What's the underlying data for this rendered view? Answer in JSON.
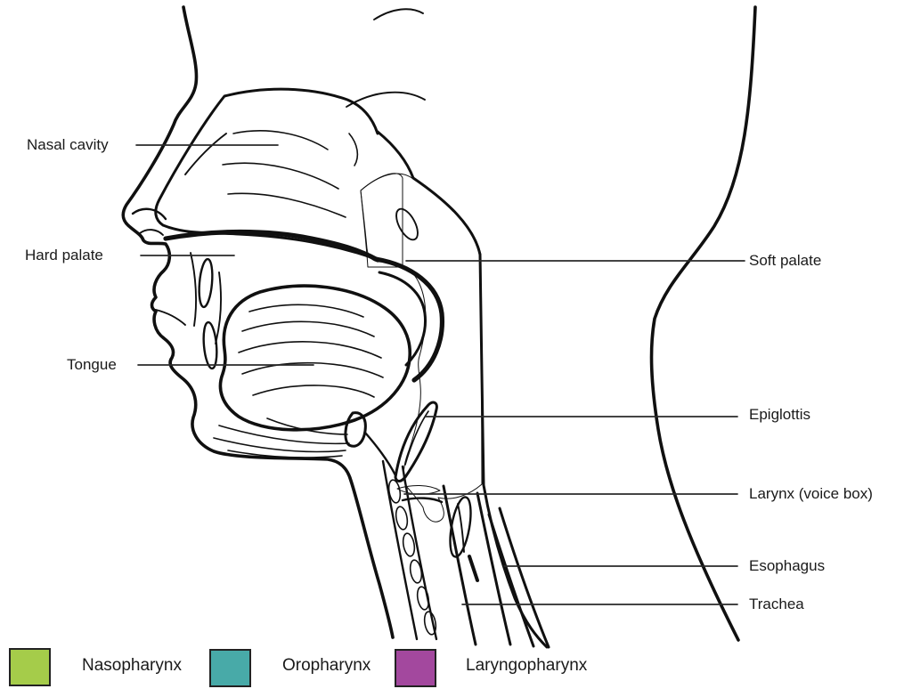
{
  "figure": {
    "labels": {
      "nasal_cavity": "Nasal cavity",
      "hard_palate": "Hard palate",
      "tongue": "Tongue",
      "soft_palate": "Soft palate",
      "epiglottis": "Epiglottis",
      "larynx": "Larynx (voice box)",
      "esophagus": "Esophagus",
      "trachea": "Trachea"
    },
    "legend": [
      {
        "label": "Nasopharynx",
        "color": "#a5cc4a"
      },
      {
        "label": "Oropharynx",
        "color": "#48aaa8"
      },
      {
        "label": "Laryngopharynx",
        "color": "#a3489e"
      }
    ],
    "colors": {
      "outline": "#101010",
      "nasopharynx_green": "#a5cc4a",
      "oropharynx_teal": "#48aaa8",
      "laryngopharynx_purple": "#a3489e",
      "background": "#ffffff"
    }
  }
}
